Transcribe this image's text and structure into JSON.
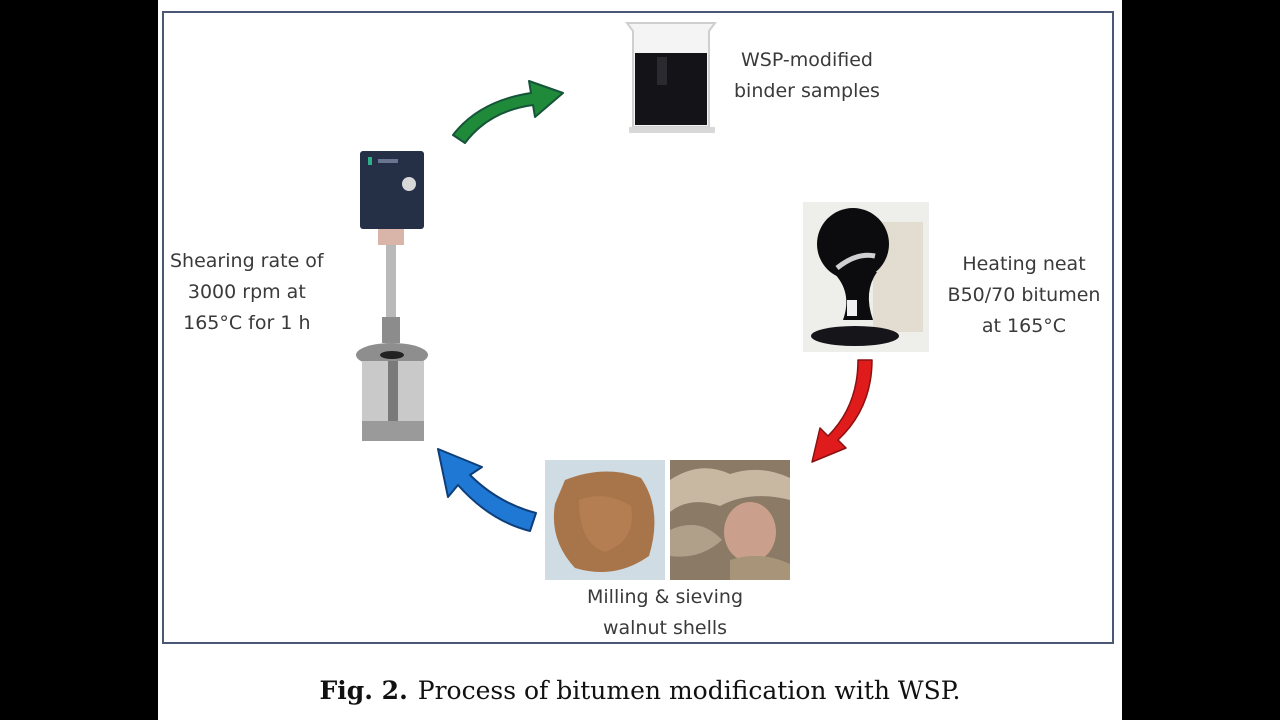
{
  "figure": {
    "steps": [
      {
        "id": "wsp-modified-binder",
        "lines": [
          "WSP-modified",
          "binder samples"
        ],
        "image": "beaker-with-dark-binder"
      },
      {
        "id": "heating-bitumen",
        "lines": [
          "Heating neat",
          "B50/70 bitumen",
          "at 165°C"
        ],
        "image": "bitumen-can-on-heater"
      },
      {
        "id": "milling-sieving",
        "lines": [
          "Milling & sieving",
          "walnut shells"
        ],
        "images": [
          "walnut-shell-powder",
          "walnut-shells"
        ]
      },
      {
        "id": "shearing",
        "lines": [
          "Shearing rate of",
          "3000 rpm at",
          "165°C for 1 h"
        ],
        "image": "high-shear-mixer"
      }
    ],
    "arrows": [
      {
        "name": "green-arrow",
        "color": "#1f8a3a",
        "from": "shearing",
        "to": "wsp-modified-binder"
      },
      {
        "name": "red-arrow",
        "color": "#e01b1b",
        "from": "heating-bitumen",
        "to": "milling-sieving"
      },
      {
        "name": "blue-arrow",
        "color": "#1e78d4",
        "from": "milling-sieving",
        "to": "shearing"
      }
    ]
  },
  "caption": {
    "label": "Fig. 2.",
    "text": "Process of bitumen modification with WSP."
  }
}
